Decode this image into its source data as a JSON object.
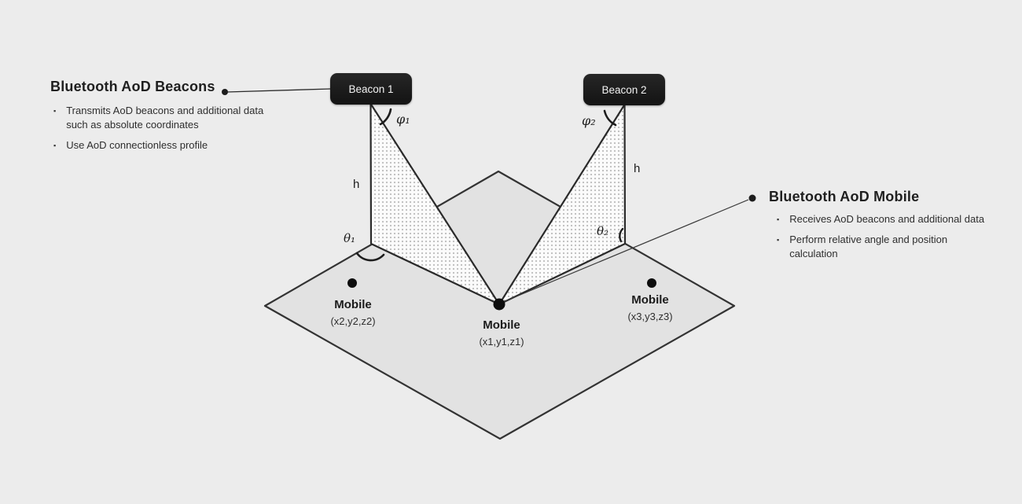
{
  "left_panel": {
    "title": "Bluetooth AoD Beacons",
    "bullet_char": "▪",
    "bullets": [
      "Transmits AoD beacons and additional data such as absolute coordinates",
      "Use AoD connectionless profile"
    ]
  },
  "right_panel": {
    "title": "Bluetooth AoD Mobile",
    "bullet_char": "▪",
    "bullets": [
      "Receives AoD beacons and additional data",
      "Perform relative angle and position calculation"
    ]
  },
  "diagram": {
    "beacon1_label": "Beacon 1",
    "beacon2_label": "Beacon 2",
    "phi1": "φ₁",
    "phi2": "φ₂",
    "theta1": "θ₁",
    "theta2": "θ₂",
    "height_label": "h",
    "mobile_center": {
      "name": "Mobile",
      "coords": "(x1,y1,z1)"
    },
    "mobile_left": {
      "name": "Mobile",
      "coords": "(x2,y2,z2)"
    },
    "mobile_right": {
      "name": "Mobile",
      "coords": "(x3,y3,z3)"
    }
  },
  "colors": {
    "background": "#ececec",
    "floor_fill": "#e2e2e2",
    "beacon_box": "#1b1b1b",
    "line": "#2b2b2b",
    "cone_fill": "#fbfbfb",
    "cone_dots": "#9a9a9a"
  }
}
